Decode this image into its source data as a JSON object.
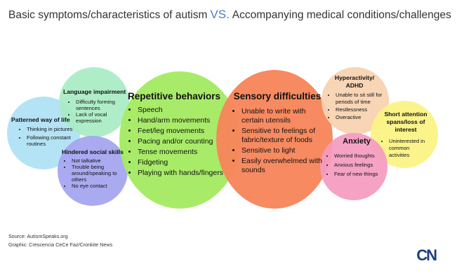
{
  "title": {
    "left": "Basic symptoms/characteristics of autism",
    "vs": "VS.",
    "right": "Accompanying medical conditions/challenges"
  },
  "colors": {
    "patterned": "#b4e3f6",
    "language": "#a8ecc3",
    "social": "#a5a5f0",
    "repetitive": "#a4ea62",
    "sensory": "#f7855a",
    "hyperactivity": "#f8d3b1",
    "anxiety": "#f49ac0",
    "attention": "#fbf382"
  },
  "patterned": {
    "title": "Patterned way of life",
    "items": [
      "Thinking in pictures",
      "Following constant routines"
    ]
  },
  "language": {
    "title": "Language impairment",
    "items": [
      "Difficulty forming sentences",
      "Lack of vocal expression"
    ]
  },
  "social": {
    "title": "Hindered social skills",
    "items": [
      "Not talkative",
      "Trouble being around/speaking to others",
      "No eye contact"
    ]
  },
  "repetitive": {
    "title": "Repetitive behaviors",
    "items": [
      "Speech",
      "Hand/arm movements",
      "Feet/leg movements",
      "Pacing and/or counting",
      "Tense movements",
      "Fidgeting",
      "Playing with hands/fingers"
    ]
  },
  "sensory": {
    "title": "Sensory difficulties",
    "items": [
      "Unable to write with certain utensils",
      "Sensitive to feelings of fabric/texture of foods",
      "Sensitive to light",
      "Easily overwhelmed with sounds"
    ]
  },
  "hyperactivity": {
    "title": "Hyperactivity/ ADHD",
    "items": [
      "Unable to sit still for periods of time",
      "Restlessness",
      "Overactive"
    ]
  },
  "anxiety": {
    "title": "Anxiety",
    "items": [
      "Worried thoughts",
      "Anxious feelings",
      "Fear of new things"
    ]
  },
  "attention": {
    "title": "Short attention spans/loss of interest",
    "items": [
      "Uninterested in common activities"
    ]
  },
  "footer": {
    "source": "Source: AutismSpeaks.org",
    "graphic": "Graphic: Crescencia CeCe Faz/Cronkite News"
  },
  "logo": "CN"
}
